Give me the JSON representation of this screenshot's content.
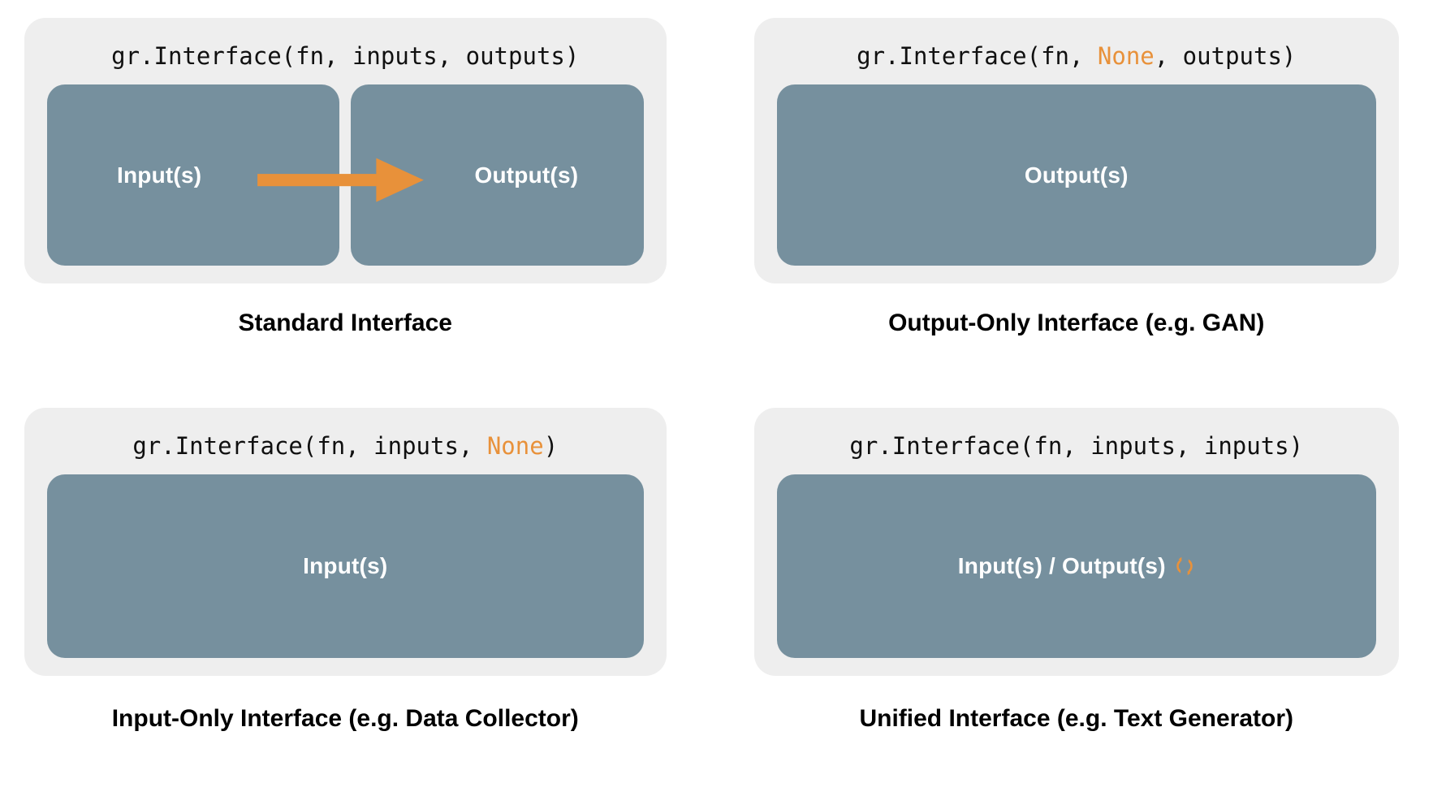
{
  "figure": {
    "title": "Gradio Interface configurations",
    "colors": {
      "card_background": "#eeeeee",
      "box_fill": "#76909e",
      "accent_orange": "#e8913a",
      "text_dark": "#101010",
      "text_light": "#ffffff",
      "page_background": "#ffffff"
    }
  },
  "panels": [
    {
      "id": "standard-interface",
      "code": {
        "prefix": "gr.Interface(fn, inputs, outputs)",
        "part1": "gr.Interface(fn, inputs, outputs)",
        "highlight": "",
        "part2": ""
      },
      "boxes": [
        {
          "label": "Input(s)"
        },
        {
          "label": "Output(s)"
        }
      ],
      "arrow": {
        "visible": true,
        "direction": "left-to-right",
        "color": "#e8913a"
      },
      "caption": "Standard Interface"
    },
    {
      "id": "output-only-interface",
      "code": {
        "part1": "gr.Interface(fn, ",
        "highlight": "None",
        "part2": ", outputs)"
      },
      "boxes": [
        {
          "label": "Output(s)"
        }
      ],
      "arrow": {
        "visible": false
      },
      "caption": "Output-Only Interface (e.g. GAN)"
    },
    {
      "id": "input-only-interface",
      "code": {
        "part1": "gr.Interface(fn, inputs, ",
        "highlight": "None",
        "part2": ")"
      },
      "boxes": [
        {
          "label": "Input(s)"
        }
      ],
      "arrow": {
        "visible": false
      },
      "caption": "Input-Only Interface (e.g. Data Collector)"
    },
    {
      "id": "unified-interface",
      "code": {
        "part1": "gr.Interface(fn, inputs, inputs)",
        "highlight": "",
        "part2": ""
      },
      "boxes": [
        {
          "label": "Input(s) / Output(s)",
          "icon": "loop-icon"
        }
      ],
      "arrow": {
        "visible": false
      },
      "caption": "Unified Interface (e.g. Text Generator)"
    }
  ]
}
